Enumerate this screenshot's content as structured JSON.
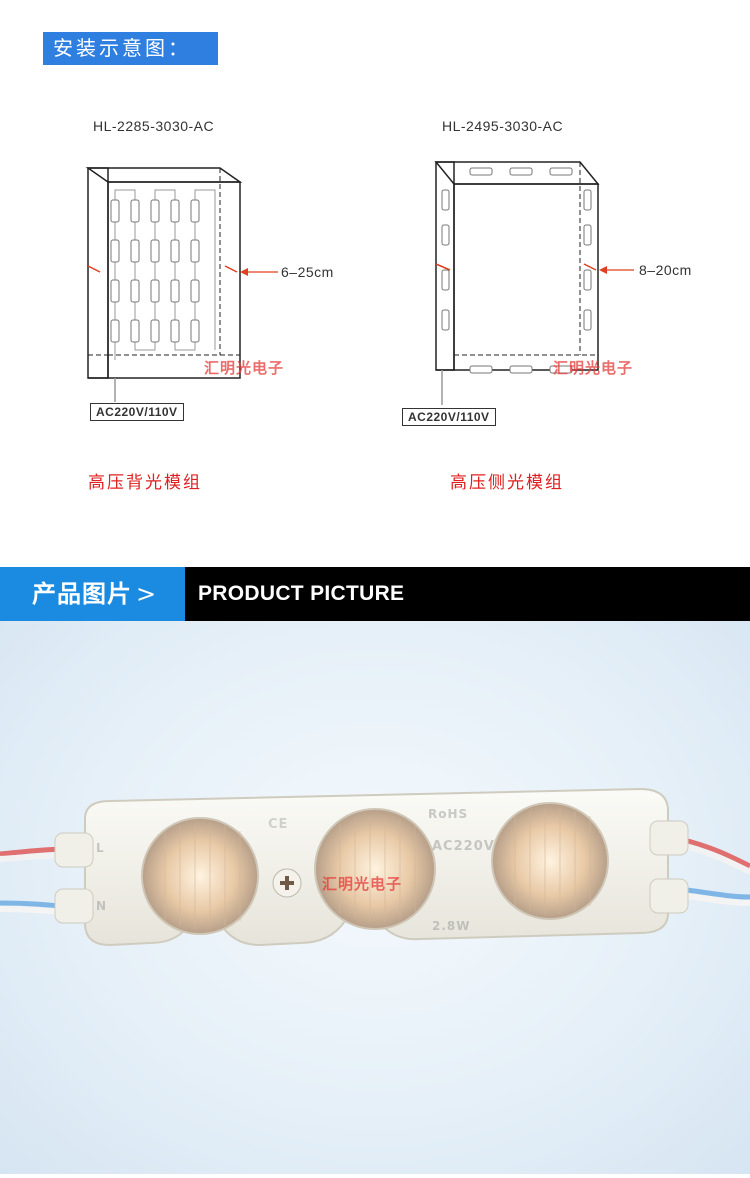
{
  "install": {
    "title": "安装示意图："
  },
  "diagrams": [
    {
      "model": "HL-2285-3030-AC",
      "dimension": "6–25cm",
      "power": "AC220V/110V",
      "caption": "高压背光模组",
      "watermark": "汇明光电子"
    },
    {
      "model": "HL-2495-3030-AC",
      "dimension": "8–20cm",
      "power": "AC220V/110V",
      "caption": "高压侧光模组",
      "watermark": "汇明光电子"
    }
  ],
  "section": {
    "title_cn": "产品图片",
    "chevron": ">",
    "title_en": "PRODUCT PICTURE"
  },
  "product": {
    "marks": {
      "ce": "CE",
      "rohs": "RoHS",
      "voltage": "AC220V",
      "power": "2.8W",
      "l": "L",
      "n": "N"
    },
    "watermark": "汇明光电子"
  }
}
